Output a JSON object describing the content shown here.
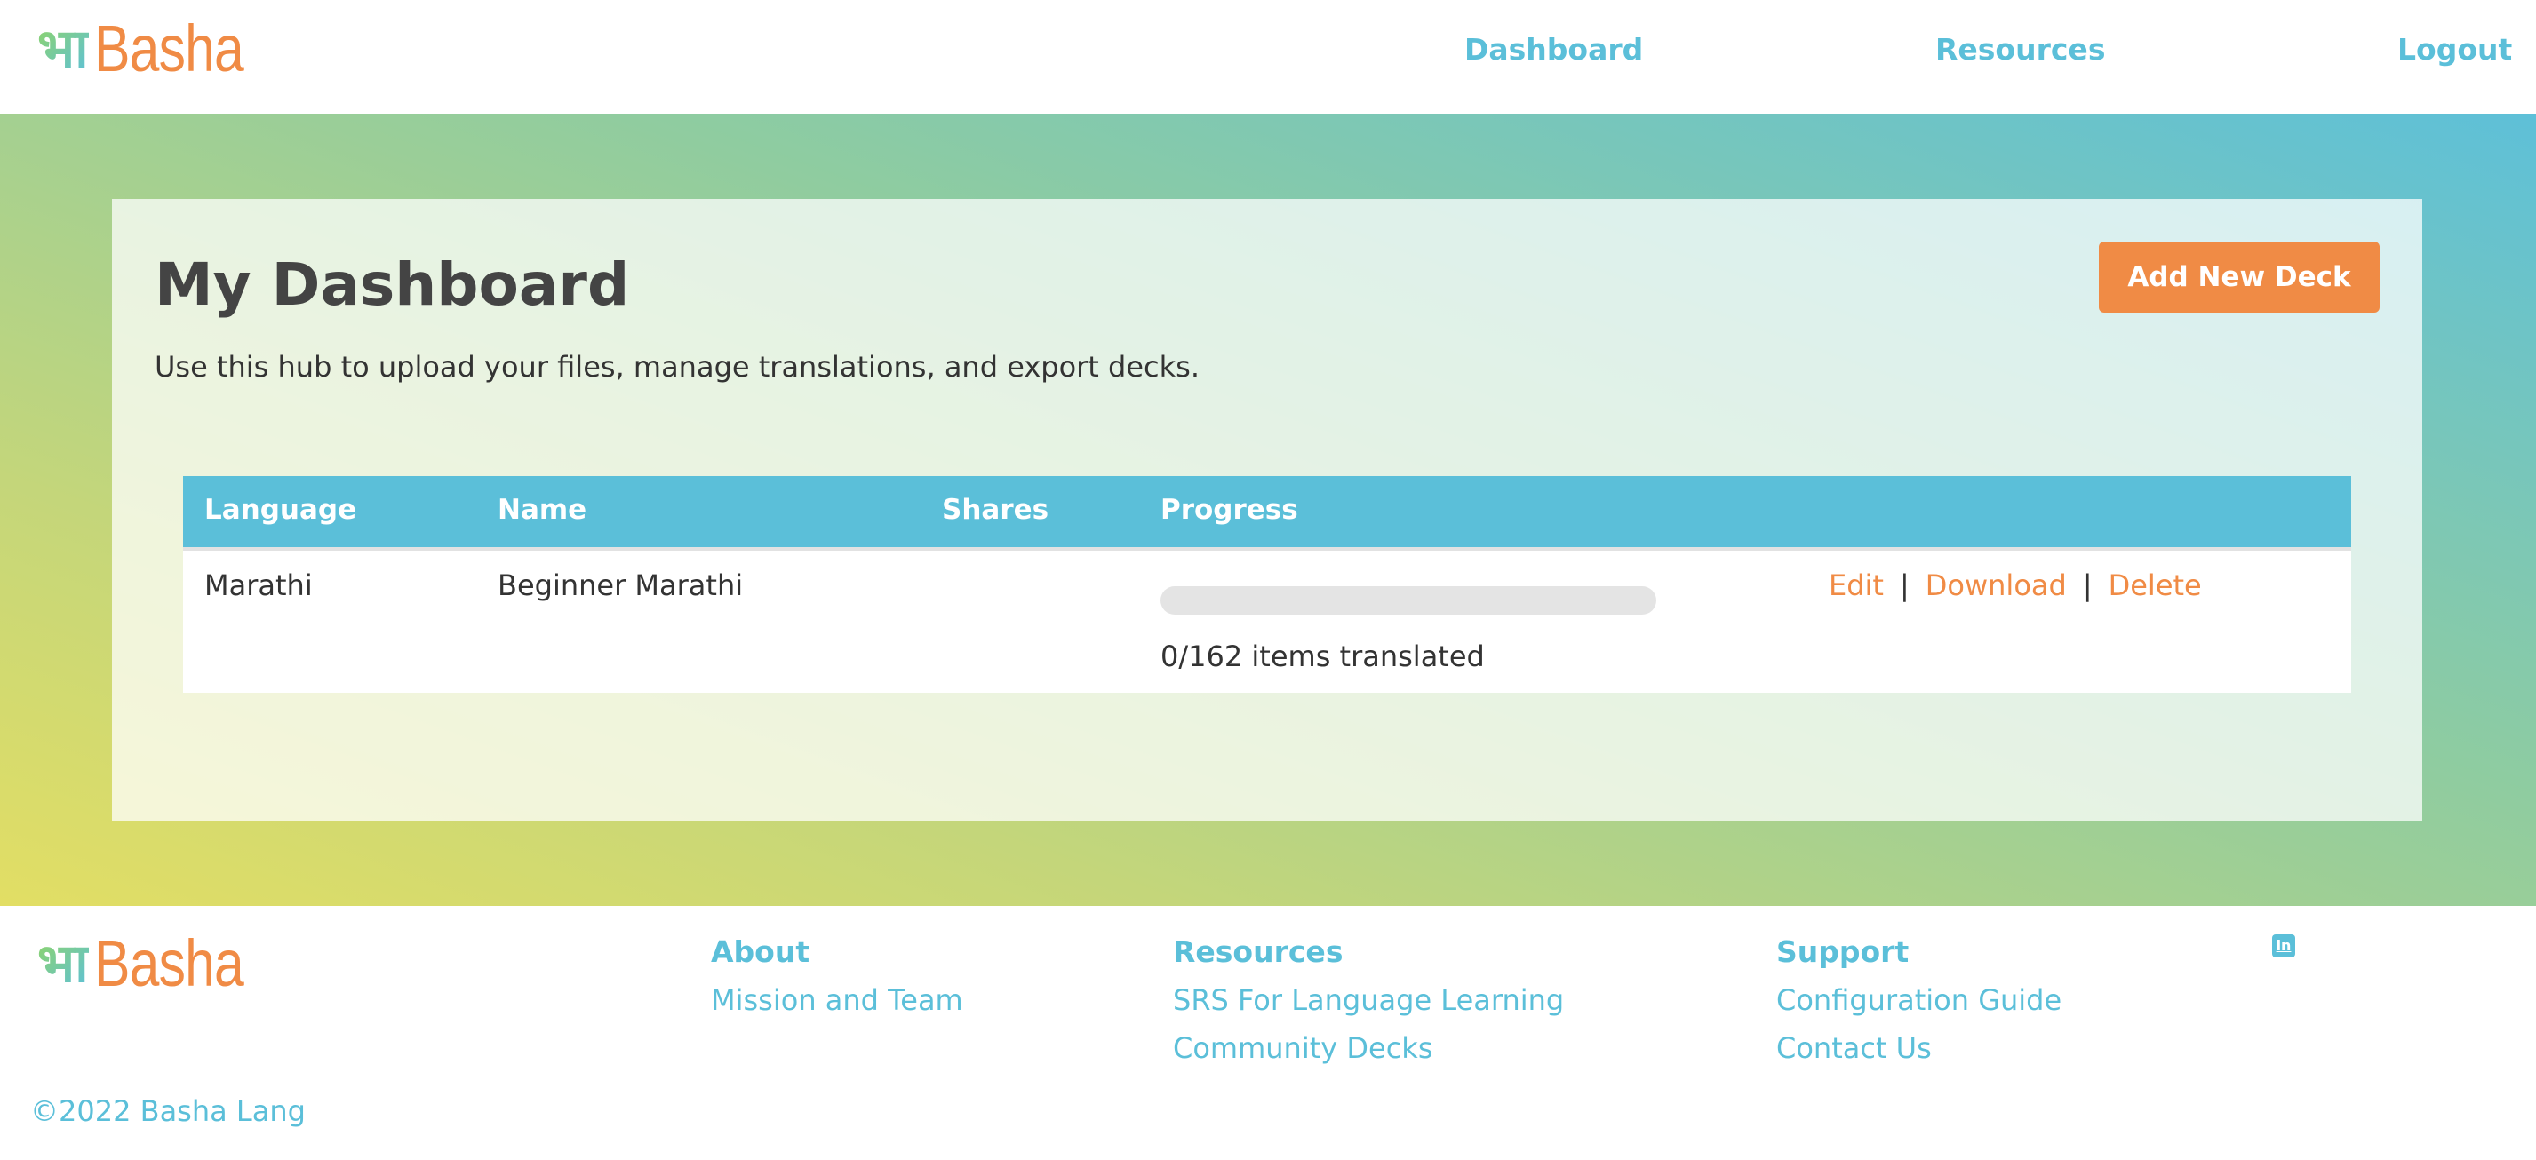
{
  "brand": {
    "glyph": "भा",
    "name": "Basha"
  },
  "nav": {
    "dashboard": "Dashboard",
    "resources": "Resources",
    "logout": "Logout"
  },
  "dashboard": {
    "title": "My Dashboard",
    "subtitle": "Use this hub to upload your files, manage translations, and export decks.",
    "add_button": "Add New Deck"
  },
  "table": {
    "headers": [
      "Language",
      "Name",
      "Shares",
      "Progress"
    ],
    "rows": [
      {
        "language": "Marathi",
        "name": "Beginner Marathi",
        "shares": "",
        "progress_fraction": 0,
        "progress_text": "0/162 items translated",
        "actions": {
          "edit": "Edit",
          "download": "Download",
          "delete": "Delete",
          "separator": "|"
        }
      }
    ]
  },
  "footer": {
    "about": {
      "heading": "About",
      "links": [
        "Mission and Team"
      ]
    },
    "resources": {
      "heading": "Resources",
      "links": [
        "SRS For Language Learning",
        "Community Decks"
      ]
    },
    "support": {
      "heading": "Support",
      "links": [
        "Configuration Guide",
        "Contact Us"
      ]
    },
    "social_icon": "linkedin-icon",
    "copyright": "©2022 Basha Lang"
  },
  "colors": {
    "accent": "#5bbfd9",
    "brand_orange": "#f08b45",
    "text_dark": "#444444"
  }
}
